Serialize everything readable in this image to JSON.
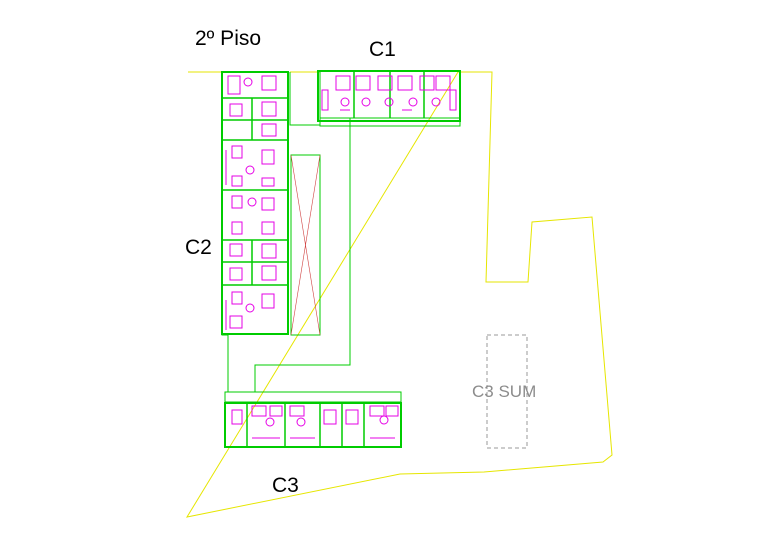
{
  "floor_label": "2º Piso",
  "blocks": {
    "c1": "C1",
    "c2": "C2",
    "c3": "C3",
    "c3_sum": "C3 SUM"
  },
  "colors": {
    "site_outline": "#e6e600",
    "walls": "#00cc00",
    "furniture": "#e600e6",
    "dashed": "#9a9a9a",
    "text": "#000000"
  }
}
